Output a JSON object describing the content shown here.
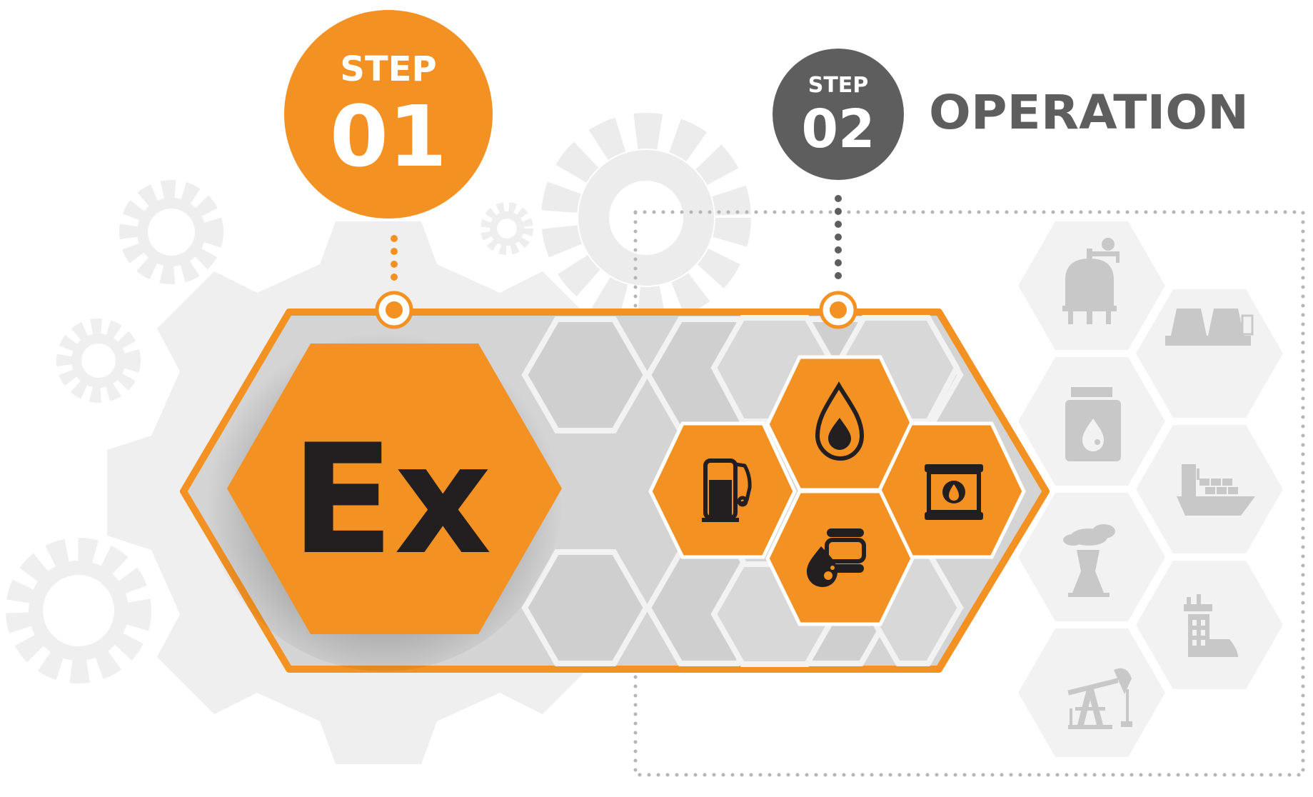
{
  "step1": {
    "word": "STEP",
    "number": "01"
  },
  "step2": {
    "word": "STEP",
    "number": "02",
    "title": "OPERATION"
  },
  "center_mark": {
    "label": "Ex"
  },
  "highlighted_icons": [
    "fuel-pump-icon",
    "oil-drop-icon",
    "oil-barrel-icon",
    "oil-drops-tank-icon"
  ],
  "operation_icons": [
    "refinery-tank-icon",
    "cooling-towers-icon",
    "oil-canister-icon",
    "cargo-ship-icon",
    "power-plant-icon",
    "factory-icon",
    "oil-pumpjack-icon"
  ],
  "colors": {
    "accent": "#F39222",
    "dark": "#5E5E5E",
    "gear": "#EFEFEF",
    "icon_grey": "#C8C8C8",
    "frame_fill": "#D4D4D4"
  }
}
